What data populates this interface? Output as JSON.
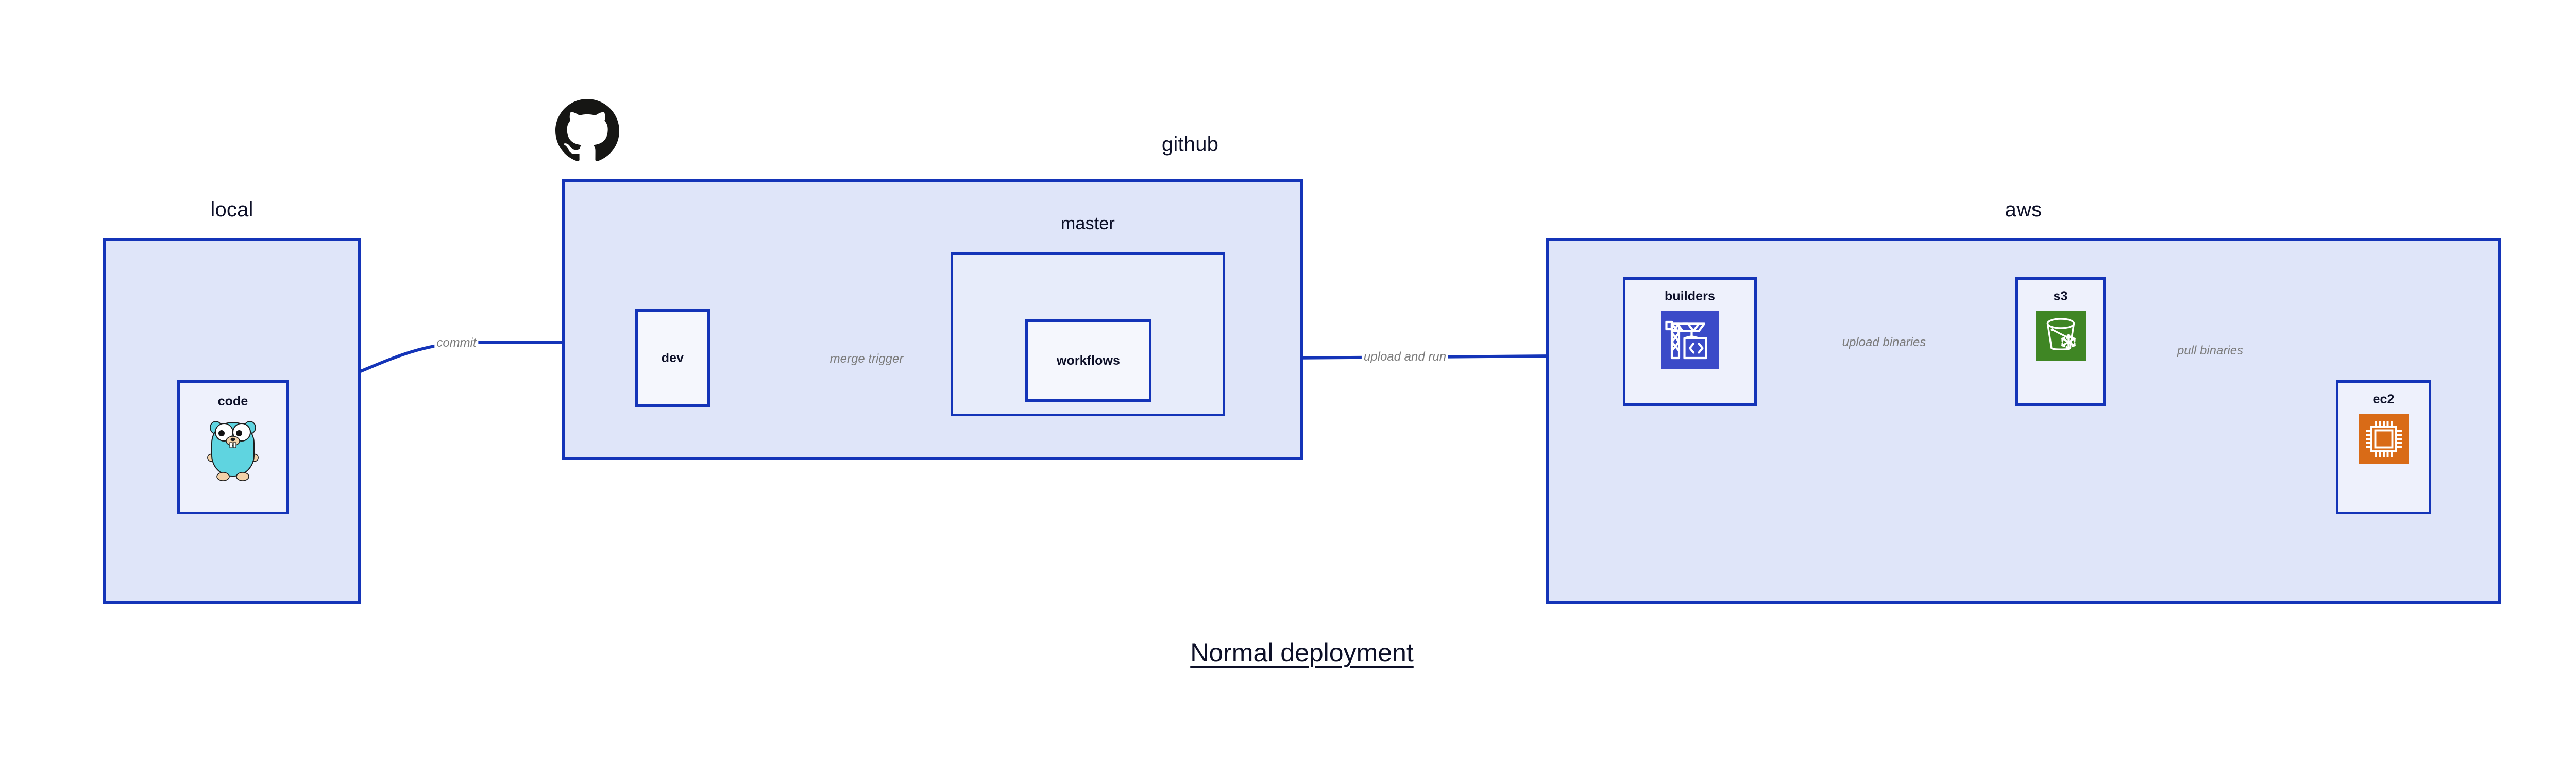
{
  "diagram": {
    "title": "Normal deployment",
    "type": "architecture-flow",
    "background": "#ffffff",
    "colors": {
      "border": "#1434b8",
      "group_fill": "#dfe5f9",
      "subgroup_fill": "#e7ecfa",
      "node_fill": "#eef1fc",
      "leaf_fill": "#f5f7fd",
      "label_text": "#0d1028",
      "edge_label_text": "#7b7b7b",
      "codebuild_icon": "#3b4bc8",
      "s3_icon": "#3f8624",
      "ec2_icon": "#d96b17",
      "gopher_body": "#5fd4e0",
      "github_logo": "#161614"
    }
  },
  "groups": [
    {
      "id": "local",
      "label": "local",
      "label_align": "center"
    },
    {
      "id": "github",
      "label": "github",
      "label_align": "right"
    },
    {
      "id": "aws",
      "label": "aws",
      "label_align": "center"
    }
  ],
  "subgroups": [
    {
      "id": "master",
      "label": "master",
      "parent": "github"
    }
  ],
  "nodes": [
    {
      "id": "code",
      "label": "code",
      "parent": "local",
      "icon": "go-gopher-icon"
    },
    {
      "id": "dev",
      "label": "dev",
      "parent": "github",
      "icon": null
    },
    {
      "id": "workflows",
      "label": "workflows",
      "parent": "master",
      "icon": null
    },
    {
      "id": "builders",
      "label": "builders",
      "parent": "aws",
      "icon": "aws-codebuild-icon"
    },
    {
      "id": "s3",
      "label": "s3",
      "parent": "aws",
      "icon": "aws-s3-glacier-icon"
    },
    {
      "id": "ec2",
      "label": "ec2",
      "parent": "aws",
      "icon": "aws-ec2-icon"
    }
  ],
  "edges": [
    {
      "id": "e1",
      "from": "code",
      "to": "dev",
      "label": "commit"
    },
    {
      "id": "e2",
      "from": "dev",
      "to": "workflows",
      "label": "merge trigger"
    },
    {
      "id": "e3",
      "from": "workflows",
      "to": "builders",
      "label": "upload and run"
    },
    {
      "id": "e4",
      "from": "builders",
      "to": "s3",
      "label": "upload binaries"
    },
    {
      "id": "e5",
      "from": "s3",
      "to": "ec2",
      "label": "pull binaries"
    }
  ],
  "logos": [
    {
      "id": "github-mark",
      "name": "github-octocat-logo",
      "attached_to": "github"
    }
  ]
}
